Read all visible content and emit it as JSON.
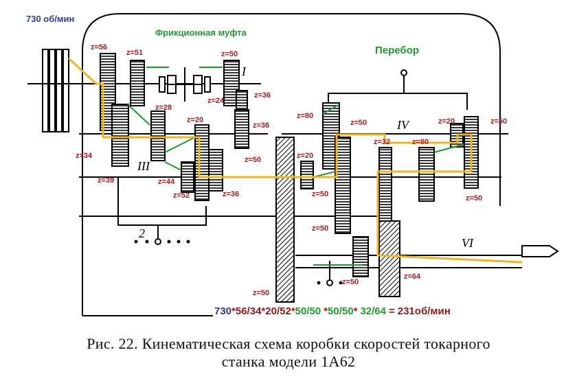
{
  "input_speed": "730 об/мин",
  "clutch_label": "Фрикционная муфта",
  "perebor_label": "Перебор",
  "shaft_labels": {
    "I": "I",
    "III": "III",
    "IV": "IV",
    "VI": "VI",
    "two": "2"
  },
  "gear_labels": {
    "z56": "z=56",
    "z51": "z=51",
    "z50_top": "z=50",
    "z36_a": "z=36",
    "z24": "z=24",
    "z36_b": "z=36",
    "z28": "z=28",
    "z20_a": "z=20",
    "z34": "z=34",
    "z39": "z=39",
    "z44": "z=44",
    "z52": "z=52",
    "z36_c": "z=36",
    "z50_mid": "z=50",
    "z80_a": "z=80",
    "z50_b": "z=50",
    "z20_b": "z=20",
    "z32": "z=32",
    "z80_b": "z=80",
    "z20_c": "z=20",
    "z50_c": "z=50",
    "z50_d": "z=50",
    "z50_e": "z=50",
    "z50_f": "z=50",
    "z50_g": "z=50",
    "z64": "z=64",
    "z50_h": "z=50"
  },
  "formula": {
    "input": "730",
    "r1": "56/34",
    "r2": "20/52",
    "r3": "50/50",
    "r4": "50/50",
    "r5": "32/64",
    "result": "231об/мин",
    "ops": [
      "*",
      "*",
      "*",
      "*",
      "*",
      "="
    ]
  },
  "caption": {
    "line1": "Рис. 22. Кинематическая схема коробки скоростей токарного",
    "line2": "станка модели 1А62"
  },
  "colors": {
    "path": "#f2b51c",
    "mesh": "#1d9a2e",
    "gear_label": "#b3171a",
    "speed": "#2f3b93",
    "ratio_red": "#8b1a1a",
    "ratio_green": "#1d9a2e"
  }
}
